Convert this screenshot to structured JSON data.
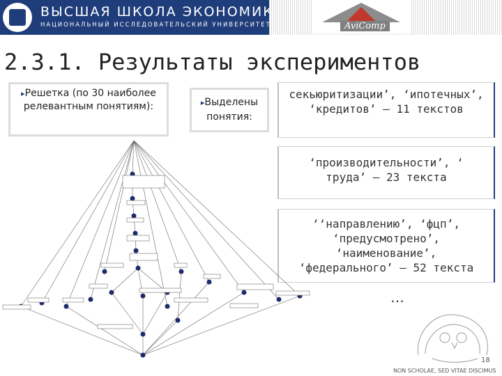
{
  "header": {
    "org_title": "ВЫСШАЯ ШКОЛА ЭКОНОМИКИ",
    "org_subtitle": "НАЦИОНАЛЬНЫЙ ИССЛЕДОВАТЕЛЬСКИЙ УНИВЕРСИТЕТ",
    "partner_logo": "AviComp"
  },
  "slide": {
    "title": "2.3.1. Результаты экспериментов",
    "left_box": {
      "bullet": "▸",
      "text": "Решетка (по 30 наиболее релевантным понятиям):"
    },
    "mid_box": {
      "bullet": "▸",
      "text": "Выделены понятия:"
    },
    "concepts": [
      "секьюритизации’, ‘ипотечных’, ‘кредитов’ – 11 текстов",
      "‘производительности’, ‘ труда’ – 23 текста",
      "‘‘направлению’, ‘фцп’, ‘предусмотрено’, ‘наименование’, ‘федерального’ – 52 текста"
    ],
    "ellipsis": "…",
    "motto": "NON SCHOLAE, SED VITAE DISCIMUS",
    "page_number": "18"
  },
  "colors": {
    "brand": "#1f3d7a",
    "accent": "#c0392b"
  }
}
